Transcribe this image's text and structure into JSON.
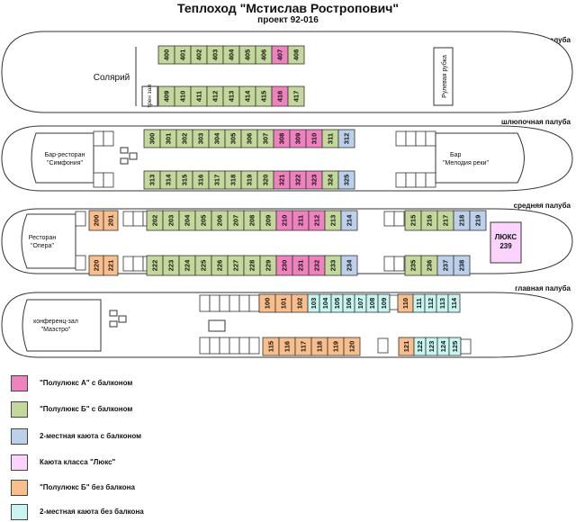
{
  "header": {
    "title": "Теплоход \"Мстислав Ростропович\"",
    "subtitle": "проект 92-016"
  },
  "colors": {
    "semi_lux_a_balcony": "#ee82be",
    "semi_lux_b_balcony": "#c4d89b",
    "double_balcony": "#bcd0ea",
    "lux": "#fcd3fc",
    "semi_lux_b_no_balcony": "#f8be8c",
    "double_no_balcony": "#c9f5f1"
  },
  "decks": {
    "sun": {
      "label": "солнечная палуба",
      "areas": {
        "solarium": "Солярий",
        "gym": "трен зал",
        "wheelhouse": "Рулевая рубка"
      },
      "cabins_top": [
        {
          "num": "400",
          "type": "semi_lux_b_balcony"
        },
        {
          "num": "401",
          "type": "semi_lux_b_balcony"
        },
        {
          "num": "402",
          "type": "semi_lux_b_balcony"
        },
        {
          "num": "403",
          "type": "semi_lux_b_balcony"
        },
        {
          "num": "404",
          "type": "semi_lux_b_balcony"
        },
        {
          "num": "405",
          "type": "semi_lux_b_balcony"
        },
        {
          "num": "406",
          "type": "semi_lux_b_balcony"
        },
        {
          "num": "407",
          "type": "semi_lux_a_balcony"
        },
        {
          "num": "408",
          "type": "semi_lux_b_balcony"
        }
      ],
      "cabins_bottom": [
        {
          "num": "409",
          "type": "semi_lux_b_balcony"
        },
        {
          "num": "410",
          "type": "semi_lux_b_balcony"
        },
        {
          "num": "411",
          "type": "semi_lux_b_balcony"
        },
        {
          "num": "412",
          "type": "semi_lux_b_balcony"
        },
        {
          "num": "413",
          "type": "semi_lux_b_balcony"
        },
        {
          "num": "414",
          "type": "semi_lux_b_balcony"
        },
        {
          "num": "415",
          "type": "semi_lux_b_balcony"
        },
        {
          "num": "416",
          "type": "semi_lux_a_balcony"
        },
        {
          "num": "417",
          "type": "semi_lux_b_balcony"
        }
      ]
    },
    "boat": {
      "label": "шлюпочная палуба",
      "areas": {
        "bar_restaurant": "Бар-ресторан",
        "bar_restaurant_name": "\"Симфония\"",
        "bar": "Бар",
        "bar_name": "\"Мелодия реки\""
      },
      "cabins_top": [
        {
          "num": "300",
          "type": "semi_lux_b_balcony"
        },
        {
          "num": "301",
          "type": "semi_lux_b_balcony"
        },
        {
          "num": "302",
          "type": "semi_lux_b_balcony"
        },
        {
          "num": "303",
          "type": "semi_lux_b_balcony"
        },
        {
          "num": "304",
          "type": "semi_lux_b_balcony"
        },
        {
          "num": "305",
          "type": "semi_lux_b_balcony"
        },
        {
          "num": "306",
          "type": "semi_lux_b_balcony"
        },
        {
          "num": "307",
          "type": "semi_lux_b_balcony"
        },
        {
          "num": "308",
          "type": "semi_lux_a_balcony"
        },
        {
          "num": "309",
          "type": "semi_lux_a_balcony"
        },
        {
          "num": "310",
          "type": "semi_lux_a_balcony"
        },
        {
          "num": "311",
          "type": "semi_lux_b_balcony"
        },
        {
          "num": "312",
          "type": "double_balcony"
        }
      ],
      "cabins_bottom": [
        {
          "num": "313",
          "type": "semi_lux_b_balcony"
        },
        {
          "num": "314",
          "type": "semi_lux_b_balcony"
        },
        {
          "num": "315",
          "type": "semi_lux_b_balcony"
        },
        {
          "num": "316",
          "type": "semi_lux_b_balcony"
        },
        {
          "num": "317",
          "type": "semi_lux_b_balcony"
        },
        {
          "num": "318",
          "type": "semi_lux_b_balcony"
        },
        {
          "num": "319",
          "type": "semi_lux_b_balcony"
        },
        {
          "num": "320",
          "type": "semi_lux_b_balcony"
        },
        {
          "num": "321",
          "type": "semi_lux_a_balcony"
        },
        {
          "num": "322",
          "type": "semi_lux_a_balcony"
        },
        {
          "num": "323",
          "type": "semi_lux_a_balcony"
        },
        {
          "num": "324",
          "type": "semi_lux_b_balcony"
        },
        {
          "num": "325",
          "type": "double_balcony"
        }
      ]
    },
    "middle": {
      "label": "средняя палуба",
      "areas": {
        "restaurant": "Ресторан",
        "restaurant_name": "\"Опера\"",
        "lux_label": "ЛЮКС",
        "lux_num": "239"
      },
      "cabins_top": [
        {
          "num": "200",
          "type": "semi_lux_b_no_balcony"
        },
        {
          "num": "201",
          "type": "semi_lux_b_no_balcony"
        },
        {
          "num": "202",
          "type": "semi_lux_b_balcony"
        },
        {
          "num": "203",
          "type": "semi_lux_b_balcony"
        },
        {
          "num": "204",
          "type": "semi_lux_b_balcony"
        },
        {
          "num": "205",
          "type": "semi_lux_b_balcony"
        },
        {
          "num": "206",
          "type": "semi_lux_b_balcony"
        },
        {
          "num": "207",
          "type": "semi_lux_b_balcony"
        },
        {
          "num": "208",
          "type": "semi_lux_b_balcony"
        },
        {
          "num": "209",
          "type": "semi_lux_b_balcony"
        },
        {
          "num": "210",
          "type": "semi_lux_a_balcony"
        },
        {
          "num": "211",
          "type": "semi_lux_a_balcony"
        },
        {
          "num": "212",
          "type": "semi_lux_a_balcony"
        },
        {
          "num": "213",
          "type": "semi_lux_b_balcony"
        },
        {
          "num": "214",
          "type": "double_balcony"
        },
        {
          "num": "215",
          "type": "semi_lux_b_balcony"
        },
        {
          "num": "216",
          "type": "semi_lux_b_balcony"
        },
        {
          "num": "217",
          "type": "semi_lux_b_balcony"
        },
        {
          "num": "218",
          "type": "double_balcony"
        },
        {
          "num": "219",
          "type": "double_balcony"
        }
      ],
      "cabins_bottom": [
        {
          "num": "220",
          "type": "semi_lux_b_no_balcony"
        },
        {
          "num": "221",
          "type": "semi_lux_b_no_balcony"
        },
        {
          "num": "222",
          "type": "semi_lux_b_balcony"
        },
        {
          "num": "223",
          "type": "semi_lux_b_balcony"
        },
        {
          "num": "224",
          "type": "semi_lux_b_balcony"
        },
        {
          "num": "225",
          "type": "semi_lux_b_balcony"
        },
        {
          "num": "226",
          "type": "semi_lux_b_balcony"
        },
        {
          "num": "227",
          "type": "semi_lux_b_balcony"
        },
        {
          "num": "228",
          "type": "semi_lux_b_balcony"
        },
        {
          "num": "229",
          "type": "semi_lux_b_balcony"
        },
        {
          "num": "230",
          "type": "semi_lux_a_balcony"
        },
        {
          "num": "231",
          "type": "semi_lux_a_balcony"
        },
        {
          "num": "232",
          "type": "semi_lux_a_balcony"
        },
        {
          "num": "233",
          "type": "semi_lux_b_balcony"
        },
        {
          "num": "234",
          "type": "double_balcony"
        },
        {
          "num": "235",
          "type": "semi_lux_b_balcony"
        },
        {
          "num": "236",
          "type": "semi_lux_b_balcony"
        },
        {
          "num": "237",
          "type": "double_balcony"
        },
        {
          "num": "238",
          "type": "double_balcony"
        }
      ]
    },
    "main": {
      "label": "главная палуба",
      "areas": {
        "conference": "конференц-зал",
        "conference_name": "\"Маэстро\""
      },
      "cabins_top": [
        {
          "num": "100",
          "type": "semi_lux_b_no_balcony"
        },
        {
          "num": "101",
          "type": "semi_lux_b_no_balcony"
        },
        {
          "num": "102",
          "type": "semi_lux_b_no_balcony"
        },
        {
          "num": "103",
          "type": "double_no_balcony"
        },
        {
          "num": "104",
          "type": "double_no_balcony"
        },
        {
          "num": "105",
          "type": "double_no_balcony"
        },
        {
          "num": "106",
          "type": "double_no_balcony"
        },
        {
          "num": "107",
          "type": "double_no_balcony"
        },
        {
          "num": "108",
          "type": "double_no_balcony"
        },
        {
          "num": "109",
          "type": "double_no_balcony"
        },
        {
          "num": "110",
          "type": "semi_lux_b_no_balcony"
        },
        {
          "num": "111",
          "type": "double_no_balcony"
        },
        {
          "num": "112",
          "type": "double_no_balcony"
        },
        {
          "num": "113",
          "type": "double_no_balcony"
        },
        {
          "num": "114",
          "type": "double_no_balcony"
        }
      ],
      "cabins_bottom": [
        {
          "num": "115",
          "type": "semi_lux_b_no_balcony"
        },
        {
          "num": "116",
          "type": "semi_lux_b_no_balcony"
        },
        {
          "num": "117",
          "type": "semi_lux_b_no_balcony"
        },
        {
          "num": "118",
          "type": "semi_lux_b_no_balcony"
        },
        {
          "num": "119",
          "type": "semi_lux_b_no_balcony"
        },
        {
          "num": "120",
          "type": "semi_lux_b_no_balcony"
        },
        {
          "num": "121",
          "type": "semi_lux_b_no_balcony"
        },
        {
          "num": "122",
          "type": "double_no_balcony"
        },
        {
          "num": "123",
          "type": "double_no_balcony"
        },
        {
          "num": "124",
          "type": "double_no_balcony"
        },
        {
          "num": "125",
          "type": "double_no_balcony"
        }
      ]
    }
  },
  "legend": [
    {
      "type": "semi_lux_a_balcony",
      "label": "\"Полулюкс А\" с балконом"
    },
    {
      "type": "semi_lux_b_balcony",
      "label": "\"Полулюкс Б\" с балконом"
    },
    {
      "type": "double_balcony",
      "label": "2-местная каюта с балконом"
    },
    {
      "type": "lux",
      "label": "Каюта класса \"Люкс\""
    },
    {
      "type": "semi_lux_b_no_balcony",
      "label": "\"Полулюкс Б\" без балкона"
    },
    {
      "type": "double_no_balcony",
      "label": "2-местная каюта без балкона"
    }
  ]
}
